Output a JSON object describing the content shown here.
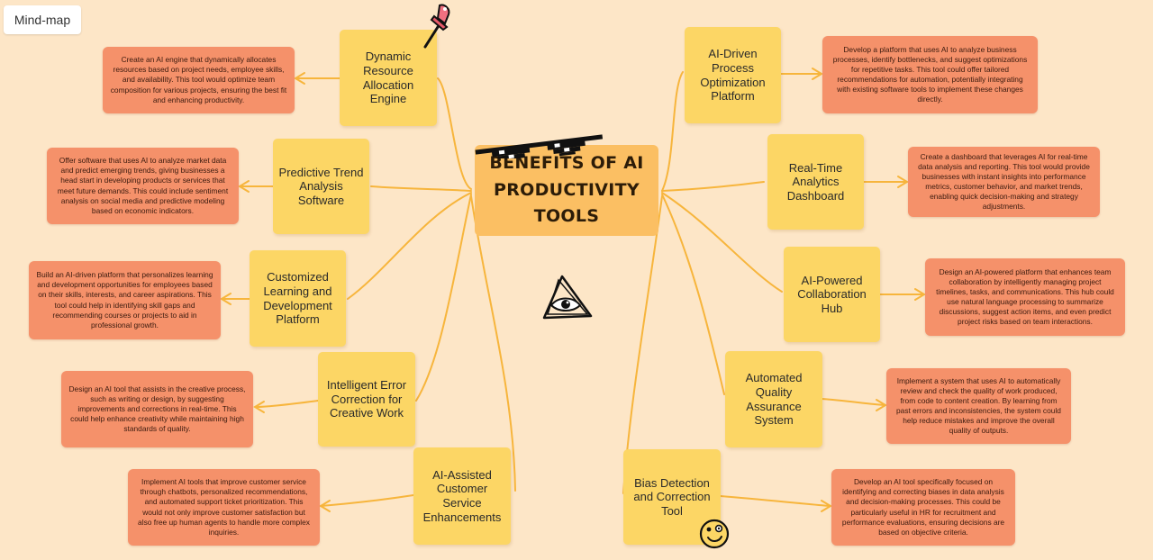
{
  "tab": {
    "label": "Mind-map"
  },
  "center": {
    "line1": "BENEFITS OF AI",
    "line2": "PRODUCTIVITY TOOLS"
  },
  "nodes": [
    {
      "id": "dynamic-resource",
      "title": "Dynamic Resource Allocation Engine",
      "description": "Create an AI engine that dynamically allocates resources based on project needs, employee skills, and availability. This tool would optimize team composition for various projects, ensuring the best fit and enhancing productivity."
    },
    {
      "id": "predictive-trend",
      "title": "Predictive Trend Analysis Software",
      "description": "Offer software that uses AI to analyze market data and predict emerging trends, giving businesses a head start in developing products or services that meet future demands. This could include sentiment analysis on social media and predictive modeling based on economic indicators."
    },
    {
      "id": "customized-learning",
      "title": "Customized Learning and Development Platform",
      "description": "Build an AI-driven platform that personalizes learning and development opportunities for employees based on their skills, interests, and career aspirations. This tool could help in identifying skill gaps and recommending courses or projects to aid in professional growth."
    },
    {
      "id": "error-correction",
      "title": "Intelligent Error Correction for Creative Work",
      "description": "Design an AI tool that assists in the creative process, such as writing or design, by suggesting improvements and corrections in real-time. This could help enhance creativity while maintaining high standards of quality."
    },
    {
      "id": "customer-service",
      "title": "AI-Assisted Customer Service Enhancements",
      "description": "Implement AI tools that improve customer service through chatbots, personalized recommendations, and automated support ticket prioritization. This would not only improve customer satisfaction but also free up human agents to handle more complex inquiries."
    },
    {
      "id": "process-optimization",
      "title": "AI-Driven Process Optimization Platform",
      "description": "Develop a platform that uses AI to analyze business processes, identify bottlenecks, and suggest optimizations for repetitive tasks. This tool could offer tailored recommendations for automation, potentially integrating with existing software tools to implement these changes directly."
    },
    {
      "id": "realtime-analytics",
      "title": "Real-Time Analytics Dashboard",
      "description": "Create a dashboard that leverages AI for real-time data analysis and reporting. This tool would provide businesses with instant insights into performance metrics, customer behavior, and market trends, enabling quick decision-making and strategy adjustments."
    },
    {
      "id": "collaboration-hub",
      "title": "AI-Powered Collaboration Hub",
      "description": "Design an AI-powered platform that enhances team collaboration by intelligently managing project timelines, tasks, and communications. This hub could use natural language processing to summarize discussions, suggest action items, and even predict project risks based on team interactions."
    },
    {
      "id": "quality-assurance",
      "title": "Automated Quality Assurance System",
      "description": "Implement a system that uses AI to automatically review and check the quality of work produced, from code to content creation. By learning from past errors and inconsistencies, the system could help reduce mistakes and improve the overall quality of outputs."
    },
    {
      "id": "bias-detection",
      "title": "Bias Detection and Correction Tool",
      "description": "Develop an AI tool specifically focused on identifying and correcting biases in data analysis and decision-making processes. This could be particularly useful in HR for recruitment and performance evaluations, ensuring decisions are based on objective criteria."
    }
  ],
  "colors": {
    "background": "#fde6c7",
    "center": "#fbbf63",
    "sticky": "#fcd665",
    "description": "#f5916a",
    "connector": "#f7b53c"
  },
  "icons": [
    "pushpin-icon",
    "pixel-sunglasses-icon",
    "eye-triangle-icon",
    "smiley-doodle-icon"
  ]
}
